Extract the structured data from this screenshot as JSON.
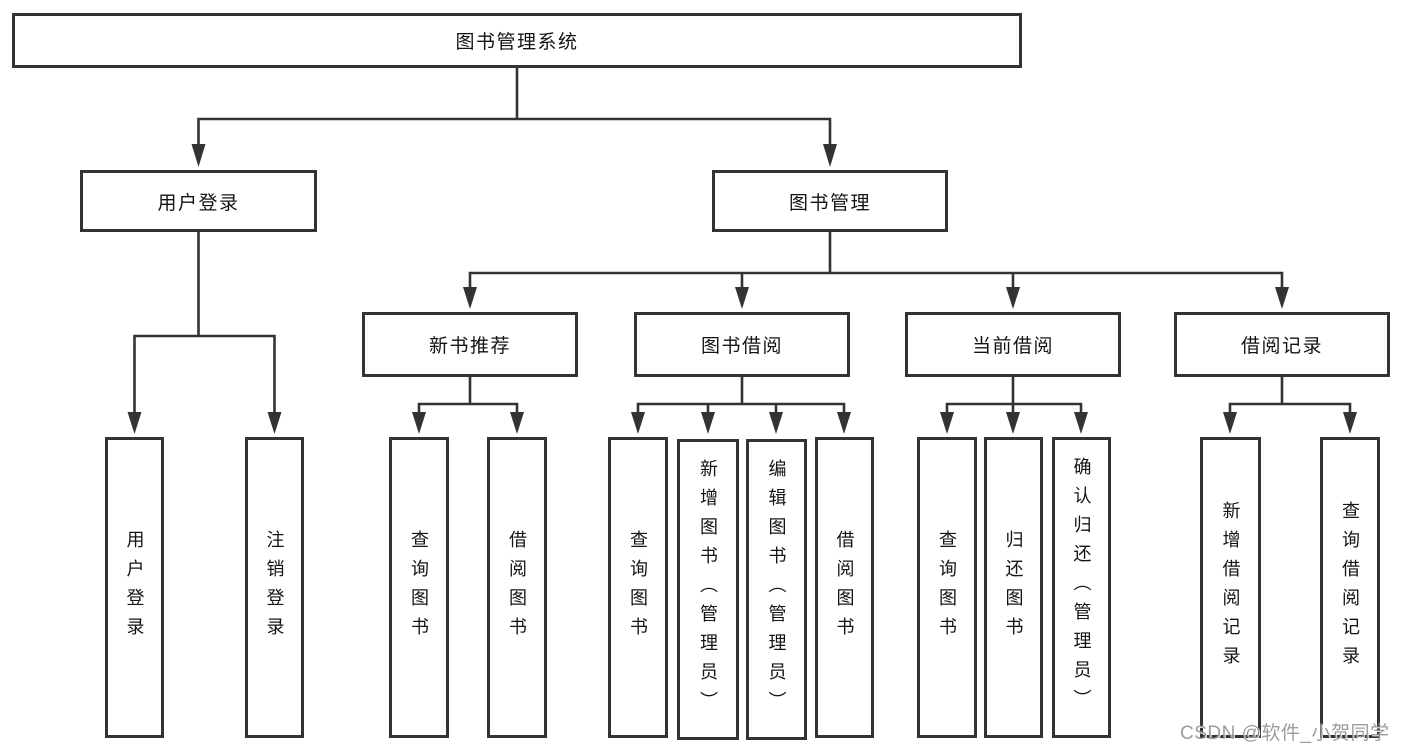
{
  "root": {
    "label": "图书管理系统"
  },
  "branches": {
    "user_login": {
      "label": "用户登录"
    },
    "book_management": {
      "label": "图书管理"
    }
  },
  "modules": {
    "new_book_recommend": {
      "label": "新书推荐"
    },
    "book_borrow": {
      "label": "图书借阅"
    },
    "current_borrow": {
      "label": "当前借阅"
    },
    "borrow_records": {
      "label": "借阅记录"
    }
  },
  "leaves": {
    "user_login": "用户登录",
    "logout": "注销登录",
    "nb_query_books": "查询图书",
    "nb_borrow_books": "借阅图书",
    "bw_query_books": "查询图书",
    "bw_add_books_admin": "新增图书（管理员）",
    "bw_edit_books_admin": "编辑图书（管理员）",
    "bw_borrow_books": "借阅图书",
    "cb_query_books": "查询图书",
    "cb_return_books": "归还图书",
    "cb_confirm_return_admin": "确认归还（管理员）",
    "br_add_record": "新增借阅记录",
    "br_query_record": "查询借阅记录"
  },
  "watermark": "CSDN @软件_小贺同学",
  "colors": {
    "line": "#333333",
    "text": "#141414",
    "watermark": "#949494",
    "background": "#ffffff"
  }
}
